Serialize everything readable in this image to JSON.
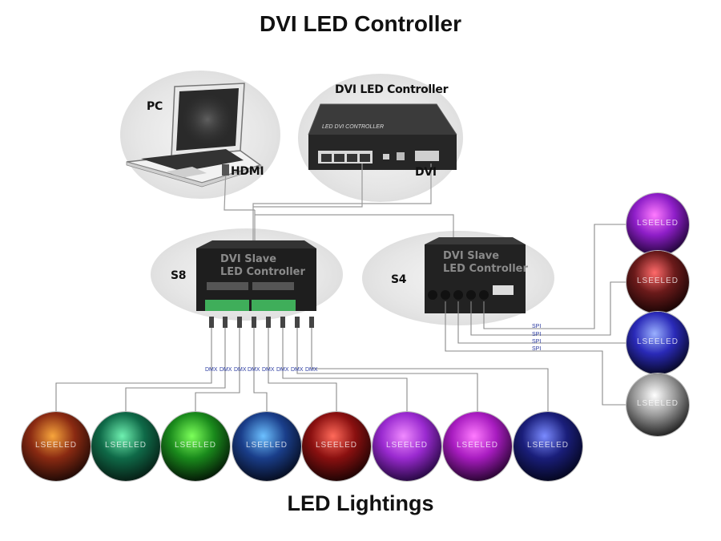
{
  "title": "DVI LED Controller",
  "footer": "LED Lightings",
  "labels": {
    "pc": "PC",
    "hdmi": "HDMI",
    "dvi_controller_title": "DVI LED Controller",
    "dvi_port": "DVI",
    "controller_face": "LED DVI CONTROLLER",
    "s8": "S8",
    "s4": "S4",
    "slave_line1": "DVI Slave",
    "slave_line2": "LED Controller"
  },
  "dmx_labels": [
    "DMX",
    "DMX",
    "DMX",
    "DMX",
    "DMX",
    "DMX",
    "DMX",
    "DMX"
  ],
  "spi_labels": [
    "SPI",
    "SPI",
    "SPI",
    "SPI"
  ],
  "watermark": "LSEELED",
  "lightings": [
    {
      "name": "warm-lanterns",
      "colors": [
        "#f7a53c",
        "#8a2a12",
        "#1a0805"
      ]
    },
    {
      "name": "green-building",
      "colors": [
        "#6ff0b0",
        "#0f6a48",
        "#061a12"
      ]
    },
    {
      "name": "green-fountain",
      "colors": [
        "#7cff5a",
        "#1a8a1c",
        "#031205"
      ]
    },
    {
      "name": "blue-wall",
      "colors": [
        "#6cc0ff",
        "#1a3e8a",
        "#050a1a"
      ]
    },
    {
      "name": "red-tubes",
      "colors": [
        "#ff6a5a",
        "#8a1010",
        "#180303"
      ]
    },
    {
      "name": "purple-dots",
      "colors": [
        "#f08aff",
        "#9a2ad0",
        "#20063a"
      ]
    },
    {
      "name": "magenta-swirl",
      "colors": [
        "#ff7aff",
        "#a81cc0",
        "#22032a"
      ]
    },
    {
      "name": "blue-night",
      "colors": [
        "#7a8aff",
        "#1a1e7a",
        "#03051a"
      ]
    }
  ],
  "right_lightings": [
    {
      "name": "purple-ribbon",
      "colors": [
        "#ff7aff",
        "#8e1ec8",
        "#1a0330"
      ]
    },
    {
      "name": "red-dots",
      "colors": [
        "#ff6a6a",
        "#6a1a1a",
        "#140303"
      ]
    },
    {
      "name": "blue-tubes",
      "colors": [
        "#9ab0ff",
        "#2a2ab8",
        "#05061e"
      ]
    },
    {
      "name": "white-drops",
      "colors": [
        "#ffffff",
        "#9a9a9a",
        "#1a1a1a"
      ]
    }
  ]
}
